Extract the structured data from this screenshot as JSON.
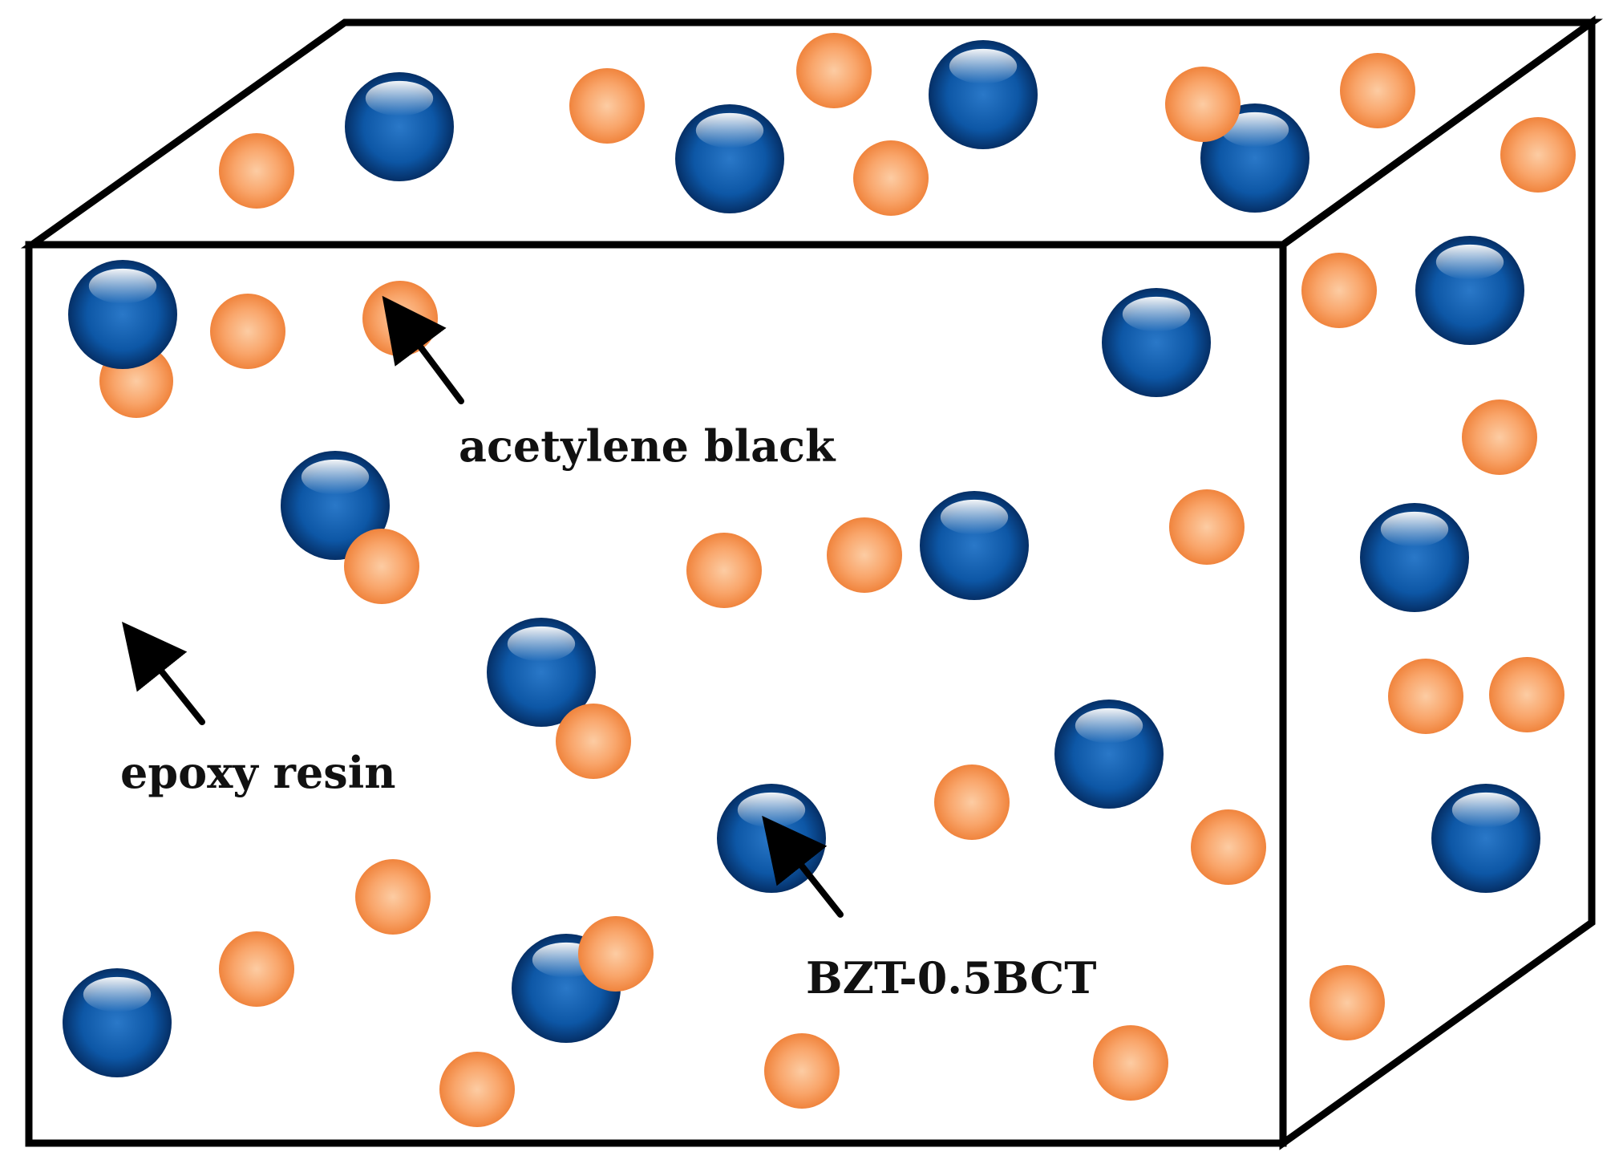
{
  "labels": {
    "acetylene_black": "acetylene black",
    "epoxy_resin": "epoxy resin",
    "bzt": "BZT-0.5BCT"
  },
  "colors": {
    "blue_particle": "#0d57a6",
    "blue_particle_dark": "#053a7a",
    "orange_particle": "#f4904a",
    "orange_particle_light": "#fbcaa2",
    "outline": "#000000"
  }
}
